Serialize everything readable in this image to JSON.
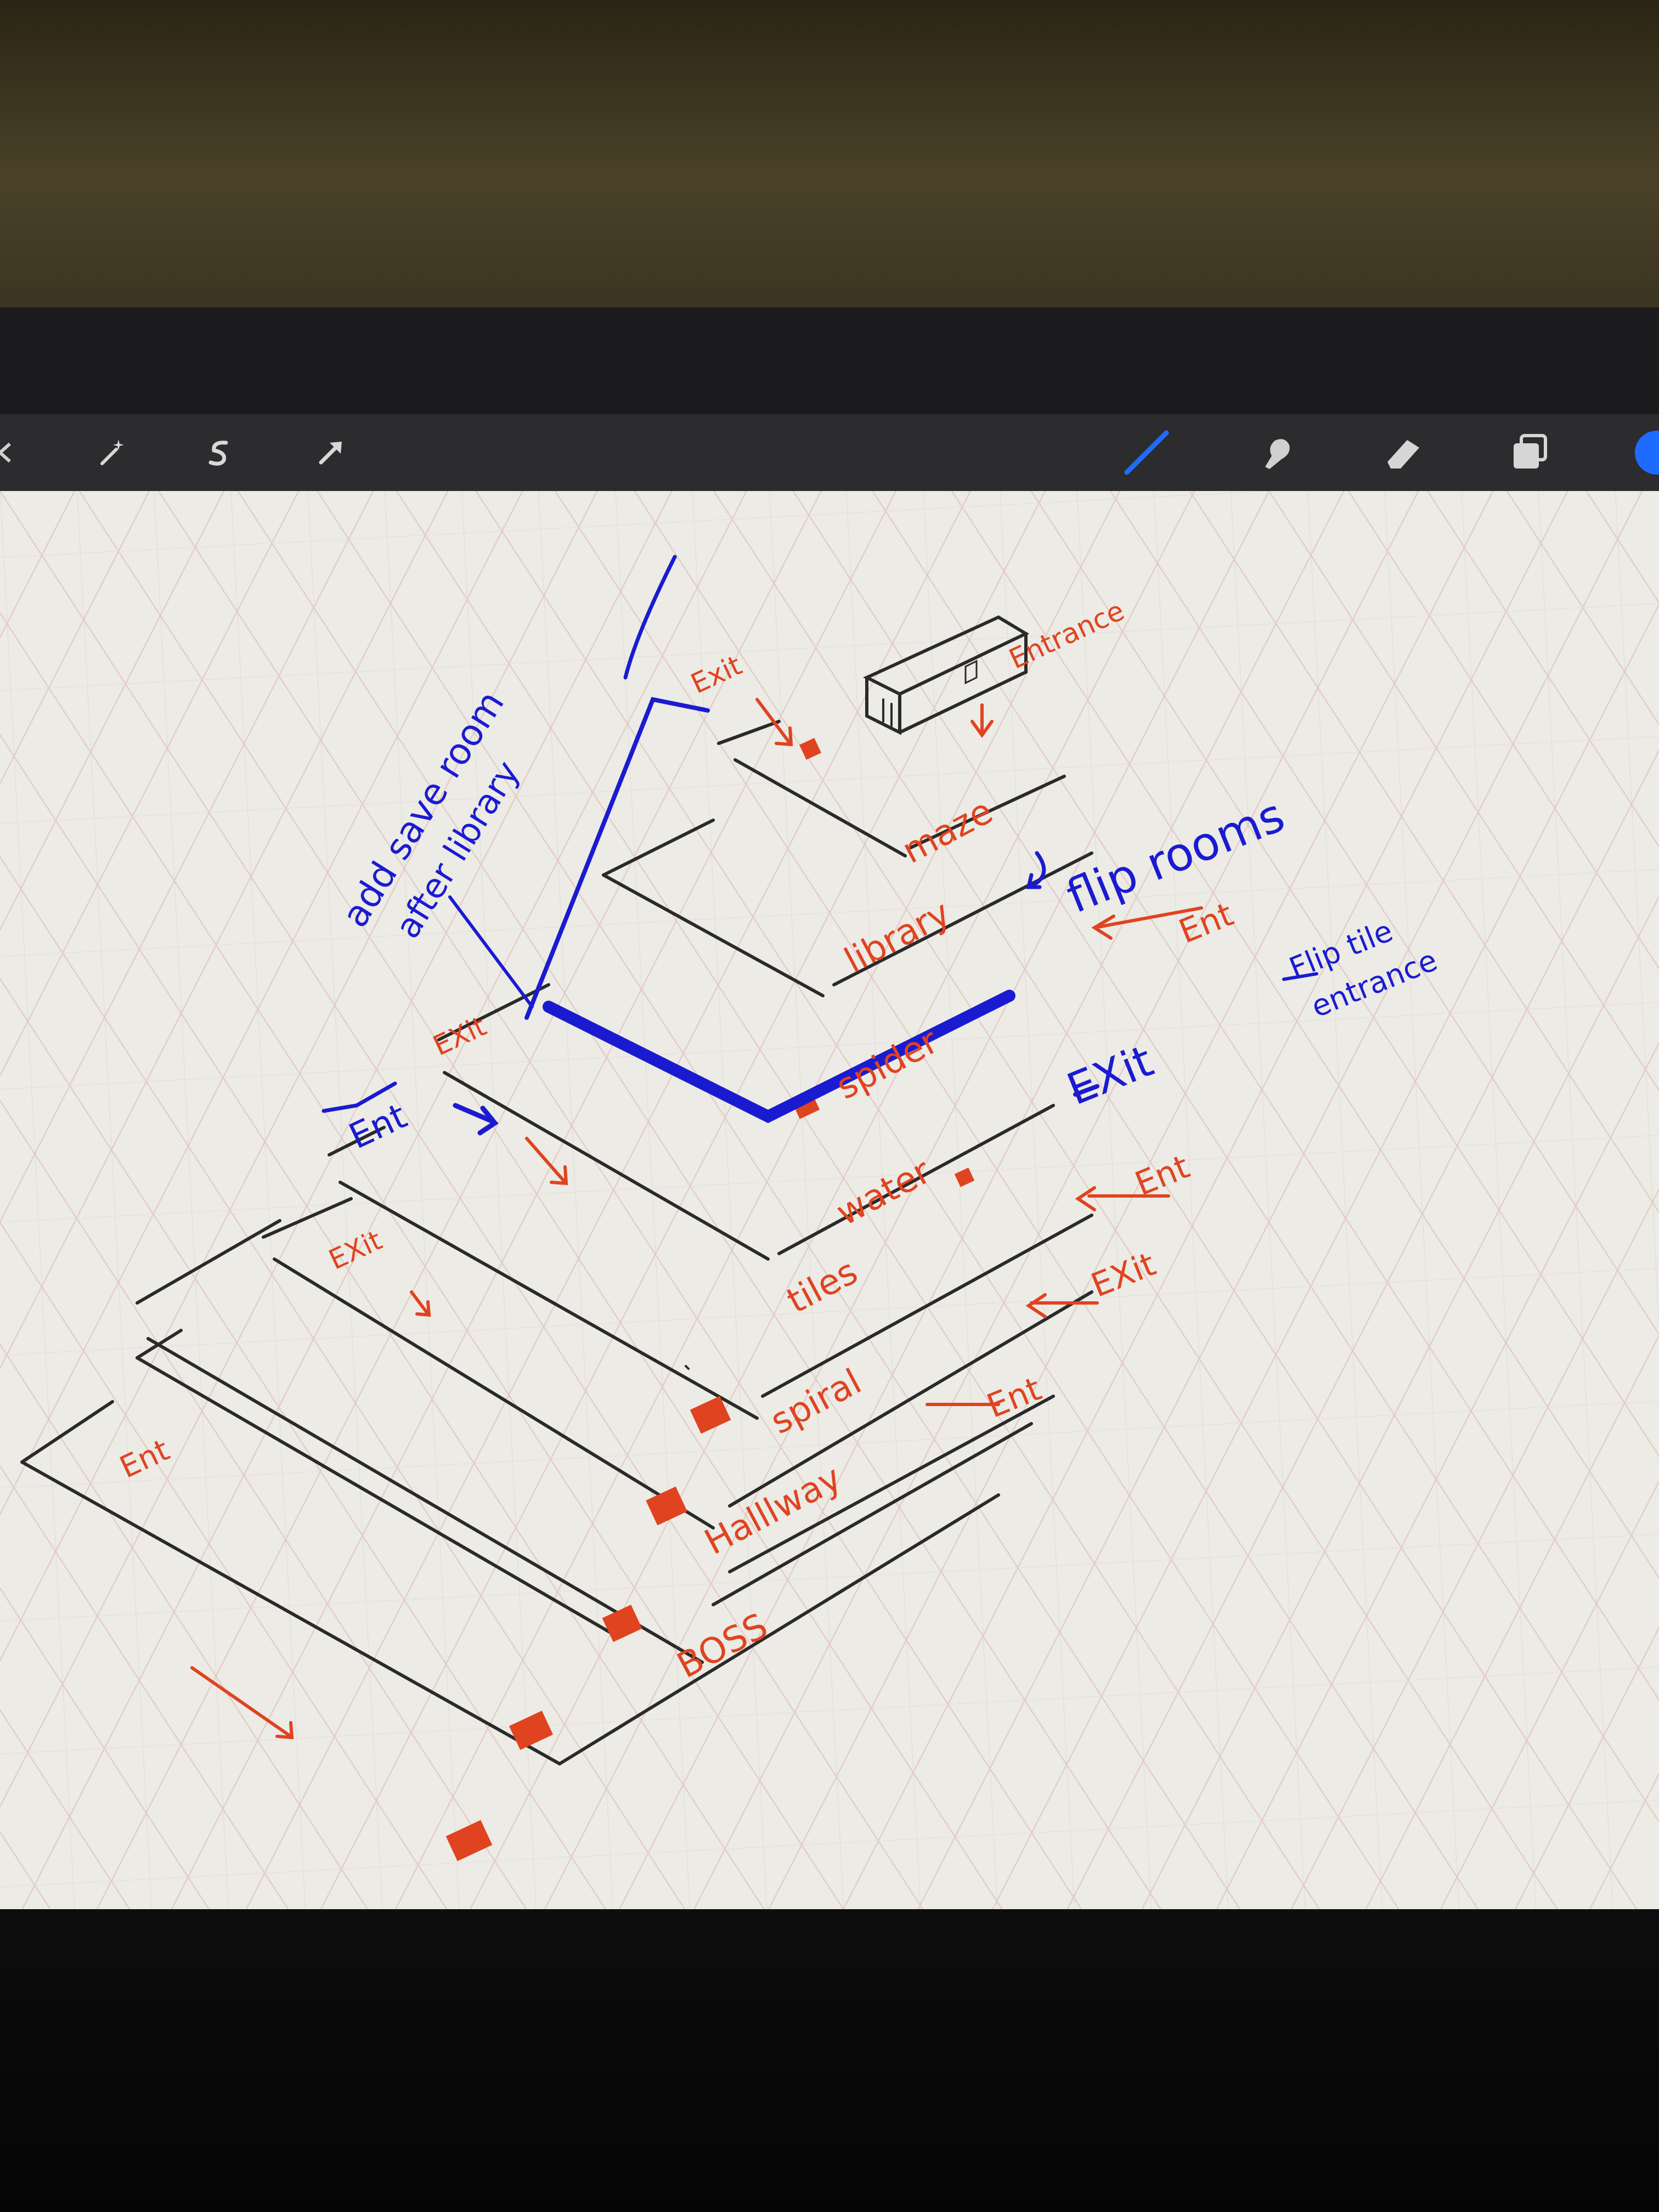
{
  "toolbar": {
    "left_icons": [
      "back-icon",
      "adjustments-magic-wand-icon",
      "selection-s-icon",
      "transform-arrow-icon"
    ],
    "right_icons": [
      "brush-icon",
      "smudge-icon",
      "eraser-icon",
      "layers-icon",
      "color-swatch-icon"
    ],
    "accent_color": "#1e6bff"
  },
  "colors": {
    "canvas": "#ecebe6",
    "grid": "#e3c7c1",
    "ink_black": "#2a2a2a",
    "ink_red": "#e0431f",
    "ink_blue": "#1a1bd0"
  },
  "sketch": {
    "rooms": [
      "maze",
      "library",
      "spider",
      "water",
      "tiles",
      "spiral",
      "Halllway",
      "BOSS"
    ],
    "top_labels": {
      "exit": "Exit",
      "entrance": "Entrance"
    },
    "right_markers": {
      "ent1": "Ent",
      "exit1": "EXit",
      "flip_tile_1": "Flip tile",
      "flip_tile_2": "entrance",
      "ent2": "Ent",
      "exit2": "EXit",
      "ent3": "Ent"
    },
    "left_markers": {
      "exit_a": "EXit",
      "ent_blue": "Ent",
      "exit_b": "EXit",
      "ent_far": "Ent"
    },
    "notes": {
      "add_save_1": "add save room",
      "add_save_2": "after library",
      "flip_rooms": "flip rooms"
    }
  }
}
